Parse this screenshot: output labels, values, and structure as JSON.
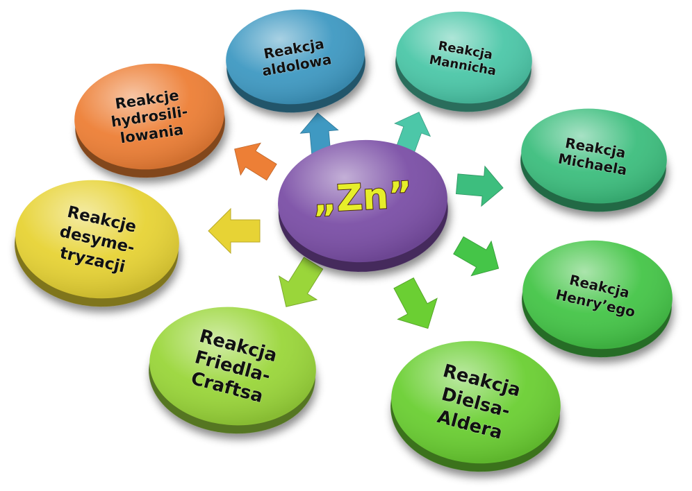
{
  "center": {
    "label": "„Zn”",
    "color": "#7b4fa6"
  },
  "reactions": [
    {
      "id": "aldolowa",
      "lines": [
        "Reakcja",
        "aldolowa"
      ],
      "color": "#3f99c2"
    },
    {
      "id": "mannicha",
      "lines": [
        "Reakcja",
        "Mannicha"
      ],
      "color": "#4cc7a8"
    },
    {
      "id": "michaela",
      "lines": [
        "Reakcja",
        "Michaela"
      ],
      "color": "#3dbe7e"
    },
    {
      "id": "henryego",
      "lines": [
        "Reakcja",
        "Henry’ego"
      ],
      "color": "#45c548"
    },
    {
      "id": "dielsa-aldera",
      "lines": [
        "Reakcja",
        "Dielsa-",
        "Aldera"
      ],
      "color": "#6bcf33"
    },
    {
      "id": "friedla-craftsa",
      "lines": [
        "Reakcja",
        "Friedla-",
        "Craftsa"
      ],
      "color": "#9ad63a"
    },
    {
      "id": "desymetryzacji",
      "lines": [
        "Reakcje",
        "desyme-",
        "tryzacji"
      ],
      "color": "#e7d335"
    },
    {
      "id": "hydrosililowania",
      "lines": [
        "Reakcje",
        "hydrosili-",
        "lowania"
      ],
      "color": "#ed7f36"
    }
  ]
}
